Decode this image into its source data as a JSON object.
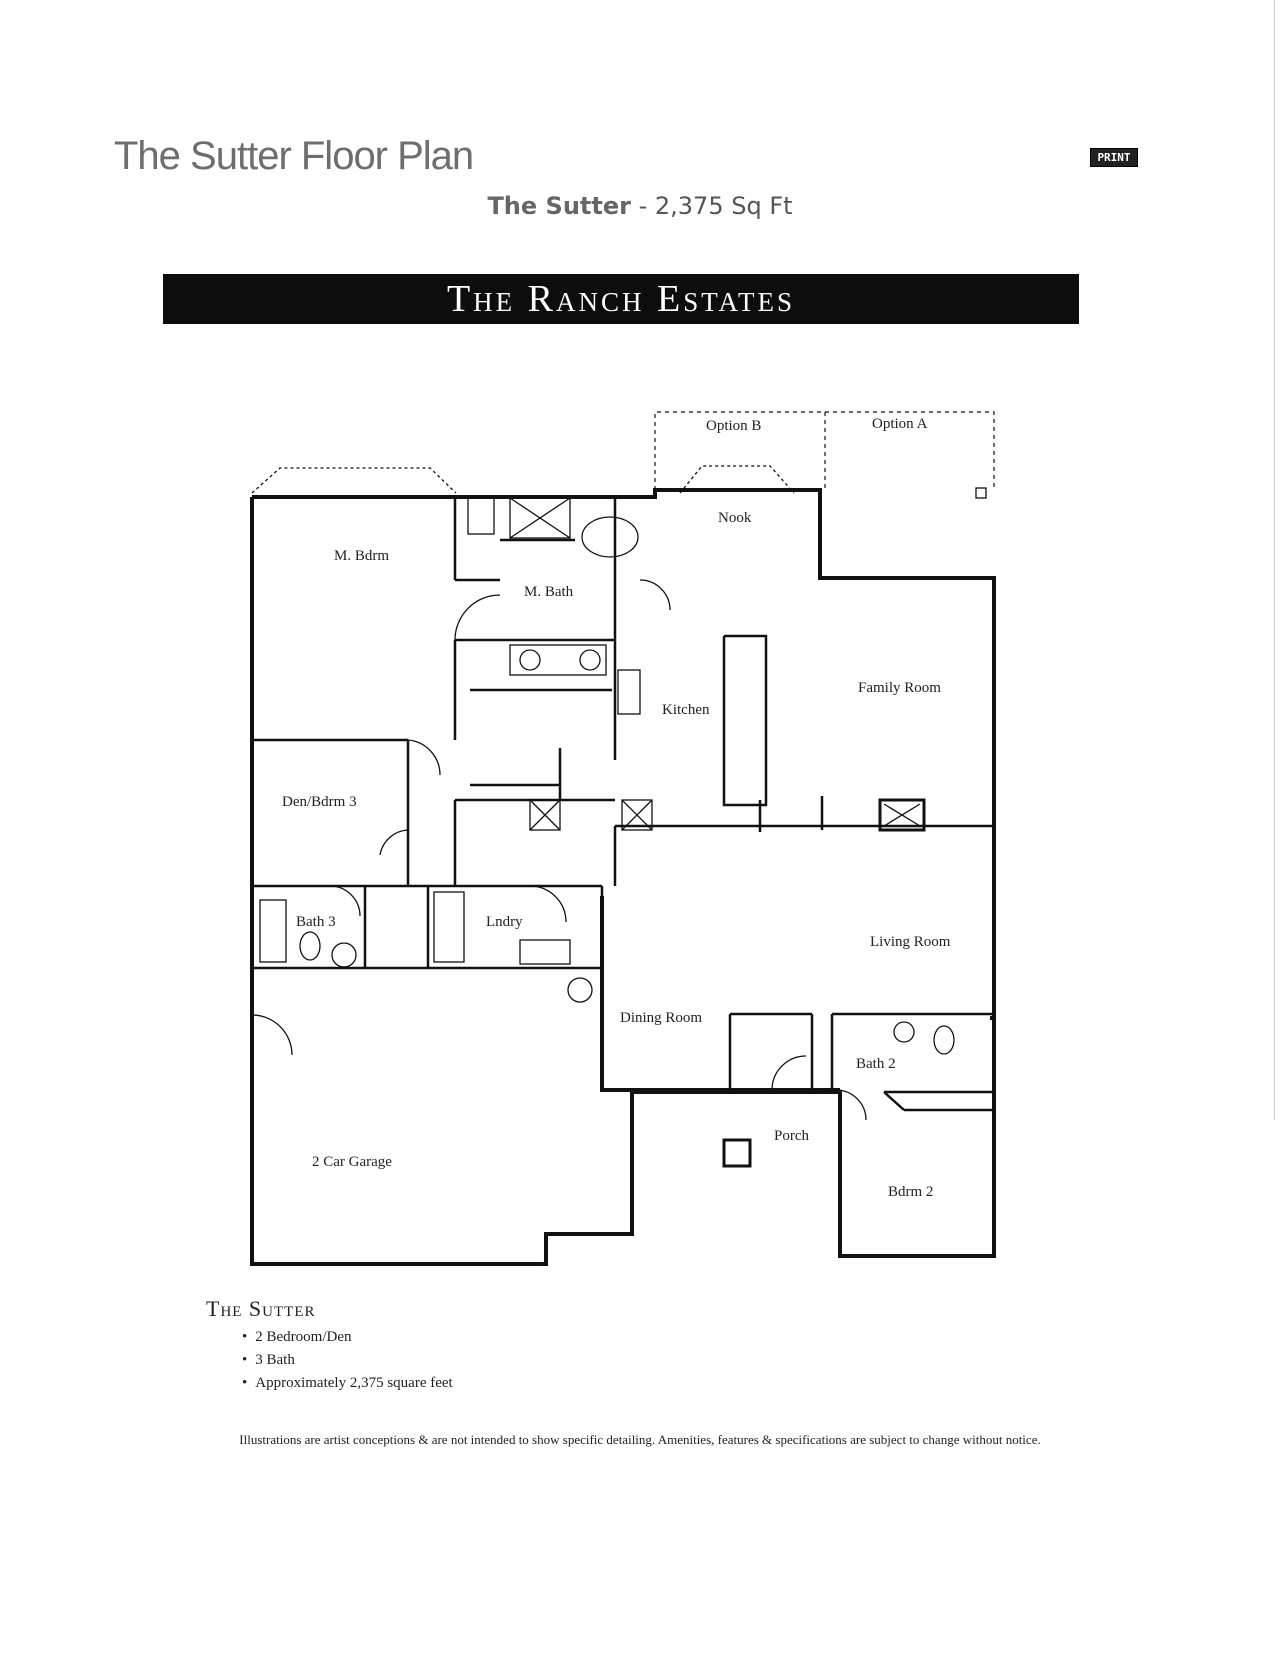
{
  "header": {
    "title": "The Sutter Floor Plan",
    "print_label": "PRINT",
    "subtitle_name": "The Sutter",
    "subtitle_rest": " - 2,375 Sq Ft"
  },
  "banner": {
    "text": "The Ranch Estates"
  },
  "plan": {
    "options": {
      "a": "Option A",
      "b": "Option B"
    },
    "rooms": {
      "nook": "Nook",
      "master_bedroom": "M. Bdrm",
      "master_bath": "M. Bath",
      "kitchen": "Kitchen",
      "family_room": "Family Room",
      "den": "Den/Bdrm 3",
      "bath3": "Bath 3",
      "laundry": "Lndry",
      "living_room": "Living Room",
      "dining_room": "Dining Room",
      "bath2": "Bath 2",
      "porch": "Porch",
      "bedroom2": "Bdrm 2",
      "garage": "2 Car Garage"
    }
  },
  "info": {
    "title": "The Sutter",
    "features": [
      "2 Bedroom/Den",
      "3 Bath",
      "Approximately 2,375 square feet"
    ]
  },
  "disclaimer": "Illustrations are artist conceptions & are not intended to show specific detailing. Amenities, features & specifications are subject to change without notice."
}
